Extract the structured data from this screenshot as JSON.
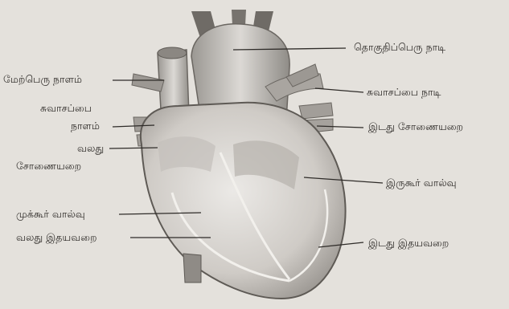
{
  "diagram": {
    "labels": {
      "aorta": "தொகுதிப்பெரு நாடி",
      "superior_vena_cava": "மேற்பெரு நாளம்",
      "pulmonary_artery": "சுவாசப்பை நாடி",
      "pulmonary_vein_line1": "சுவாசப்பை",
      "pulmonary_vein_line2": "நாளம்",
      "left_atrium": "இடது சோணையறை",
      "right_atrium_line1": "வலது",
      "right_atrium_line2": "சோணையறை",
      "bicuspid_valve": "இருகூர் வால்வு",
      "tricuspid_valve": "முக்கூர் வால்வு",
      "right_ventricle": "வலது இதயவறை",
      "left_ventricle": "இடது இதயவறை"
    }
  }
}
